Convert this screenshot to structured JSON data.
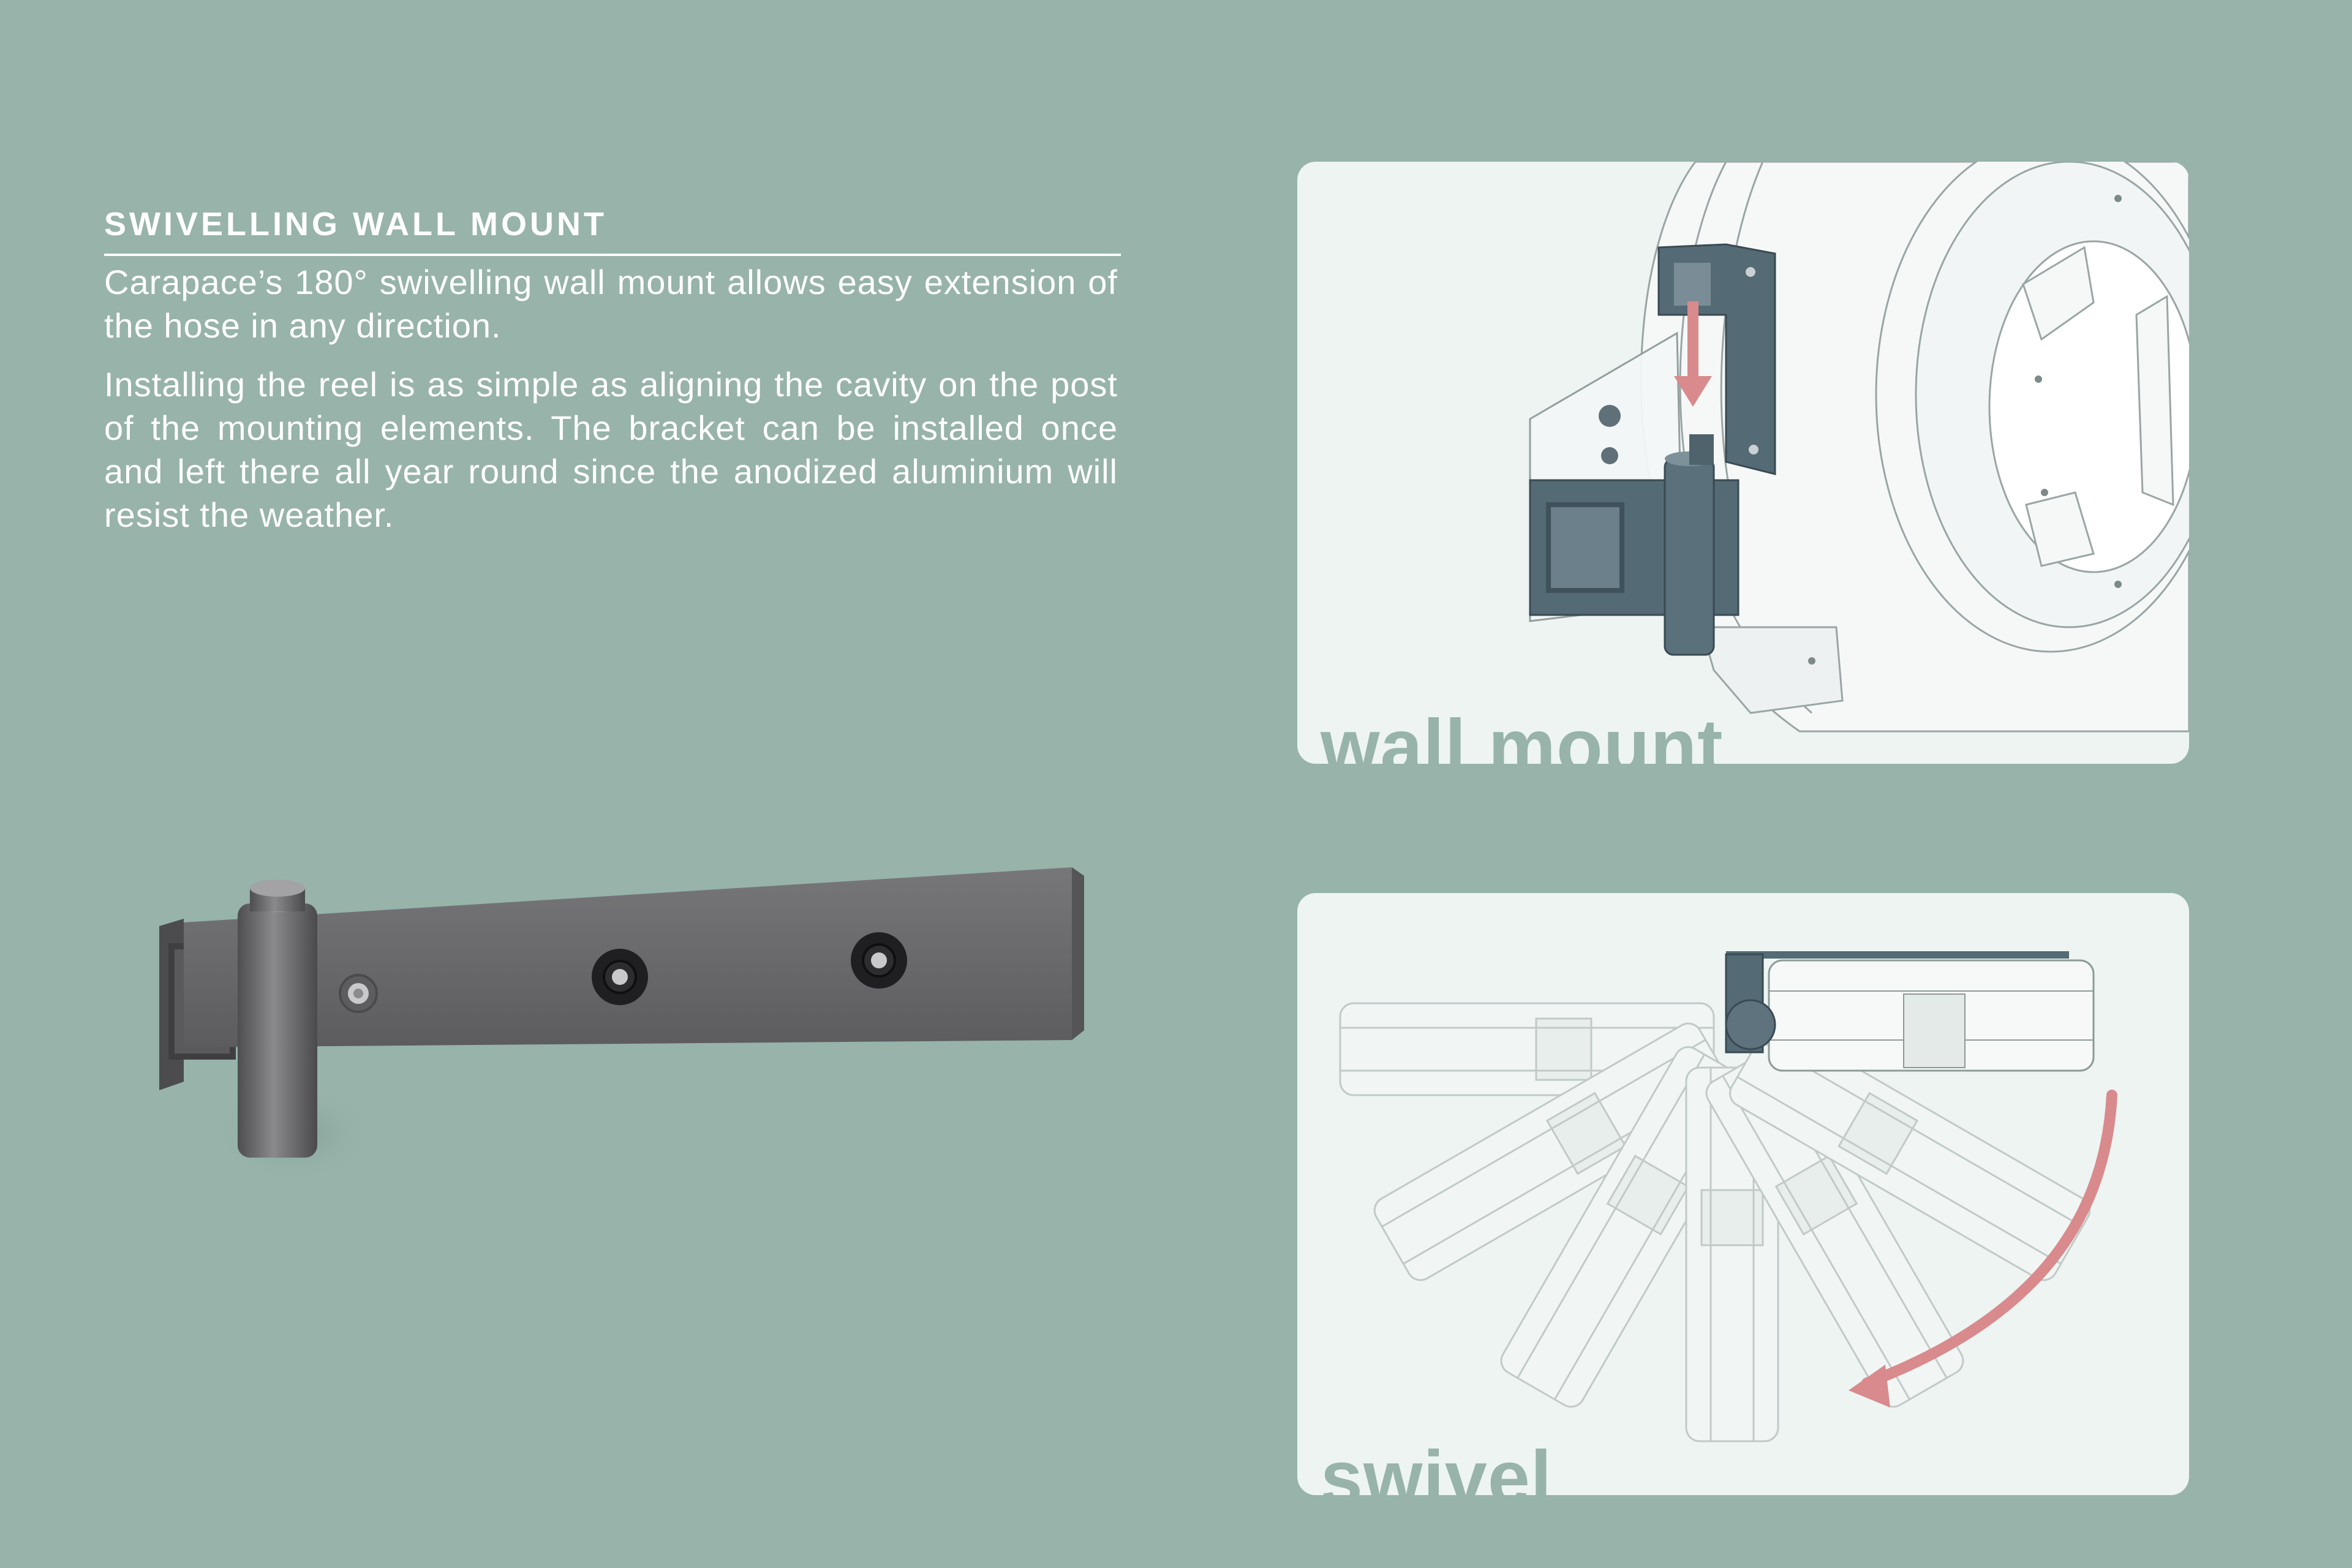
{
  "heading": "SWIVELLING WALL MOUNT",
  "paragraphs": [
    "Carapace’s 180° swivelling wall mount allows easy extension of the hose in any direction.",
    "Installing the reel is as simple as aligning the cavity on the post of the mounting elements. The bracket can be installed once and left there all year round since the anodized aluminium will resist the weather."
  ],
  "panels": {
    "wall_mount": {
      "caption": "wall mount"
    },
    "swivel": {
      "caption": "swivel"
    }
  },
  "colors": {
    "background": "#97b3aa",
    "panel": "#edf4f2",
    "caption": "#97b3aa",
    "bracket_slate": "#546a74",
    "arrow": "#d98a8c",
    "bracket_grey": "#6b6b6d"
  }
}
